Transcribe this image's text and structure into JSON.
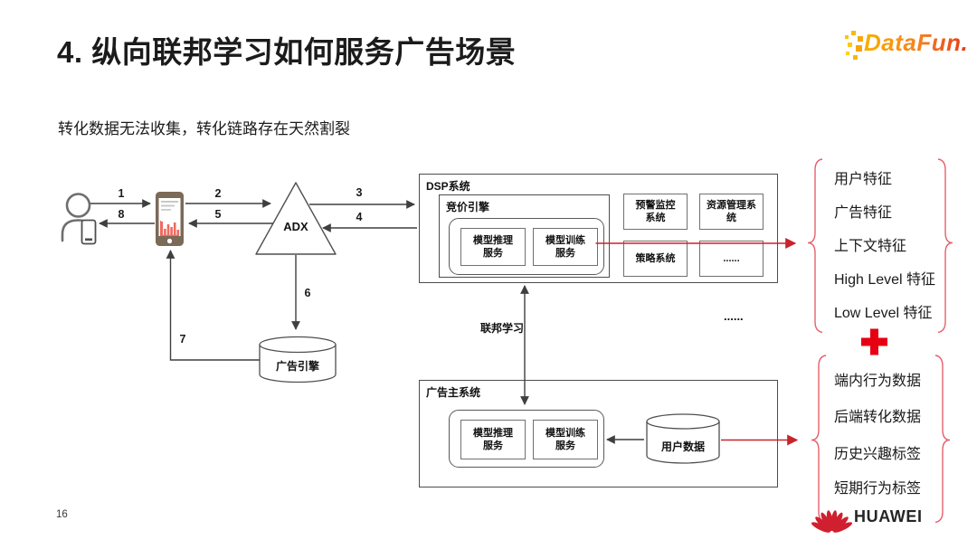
{
  "header": {
    "title": "4. 纵向联邦学习如何服务广告场景",
    "subtitle": "转化数据无法收集，转化链路存在天然割裂",
    "brand": "DataFun."
  },
  "footer": {
    "page": "16",
    "brand": "HUAWEI"
  },
  "diagram": {
    "steps": [
      "1",
      "2",
      "3",
      "4",
      "5",
      "6",
      "7",
      "8"
    ],
    "adx": "ADX",
    "ad_engine": "广告引擎",
    "federated": "联邦学习",
    "ellipsis": "......",
    "dsp": {
      "title": "DSP系统",
      "bidding": "竞价引擎",
      "inference": "模型推理\n服务",
      "training": "模型训练\n服务",
      "monitor": "预警监控\n系统",
      "resource": "资源管理系\n统",
      "strategy": "策略系统",
      "more": "......"
    },
    "advertiser": {
      "title": "广告主系统",
      "inference": "模型推理\n服务",
      "training": "模型训练\n服务",
      "user_data": "用户数据"
    },
    "dsp_features": [
      "用户特征",
      "广告特征",
      "上下文特征",
      "High Level 特征",
      "Low Level 特征"
    ],
    "advertiser_features": [
      "端内行为数据",
      "后端转化数据",
      "历史兴趣标签",
      "短期行为标签"
    ]
  },
  "colors": {
    "line_gray": "#3F3F3F",
    "red_line": "#C9222B",
    "brace_red": "#E4606B",
    "plus_red": "#E60012",
    "phone_body": "#7B6A58"
  }
}
